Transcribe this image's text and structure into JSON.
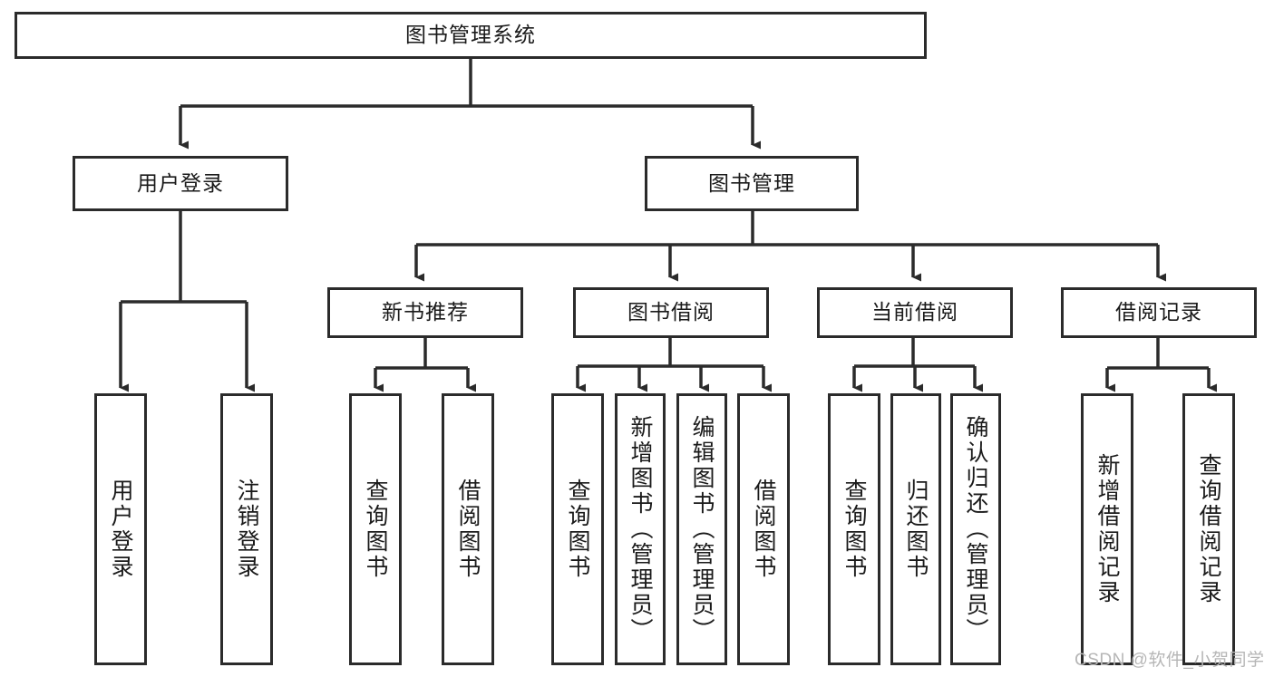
{
  "diagram": {
    "type": "tree-hierarchy-chart",
    "title": "图书管理系统",
    "stroke_color": "#2b2b2b",
    "fill_color": "#ffffff",
    "text_color": "#1a1a1a",
    "root": {
      "id": "root",
      "label": "图书管理系统"
    },
    "level1": [
      {
        "id": "user-login",
        "label": "用户登录"
      },
      {
        "id": "book-management",
        "label": "图书管理"
      }
    ],
    "level2": [
      {
        "id": "new-book-recommend",
        "label": "新书推荐",
        "parent": "book-management"
      },
      {
        "id": "book-borrow",
        "label": "图书借阅",
        "parent": "book-management"
      },
      {
        "id": "current-borrow",
        "label": "当前借阅",
        "parent": "book-management"
      },
      {
        "id": "borrow-record",
        "label": "借阅记录",
        "parent": "book-management"
      }
    ],
    "leaves": {
      "user_login": [
        {
          "id": "leaf-user-login",
          "label": "用户登录"
        },
        {
          "id": "leaf-logout-login",
          "label": "注销登录"
        }
      ],
      "new_book_recommend": [
        {
          "id": "leaf-query-book-1",
          "label": "查询图书"
        },
        {
          "id": "leaf-borrow-book-1",
          "label": "借阅图书"
        }
      ],
      "book_borrow": [
        {
          "id": "leaf-query-book-2",
          "label": "查询图书"
        },
        {
          "id": "leaf-add-book",
          "label": "新增图书（管理员）"
        },
        {
          "id": "leaf-edit-book",
          "label": "编辑图书（管理员）"
        },
        {
          "id": "leaf-borrow-book-2",
          "label": "借阅图书"
        }
      ],
      "current_borrow": [
        {
          "id": "leaf-query-book-3",
          "label": "查询图书"
        },
        {
          "id": "leaf-return-book",
          "label": "归还图书"
        },
        {
          "id": "leaf-confirm-return",
          "label": "确认归还（管理员）"
        }
      ],
      "borrow_record": [
        {
          "id": "leaf-add-record",
          "label": "新增借阅记录"
        },
        {
          "id": "leaf-query-record",
          "label": "查询借阅记录"
        }
      ]
    }
  },
  "watermark": {
    "text": "CSDN @软件_小贺同学"
  }
}
